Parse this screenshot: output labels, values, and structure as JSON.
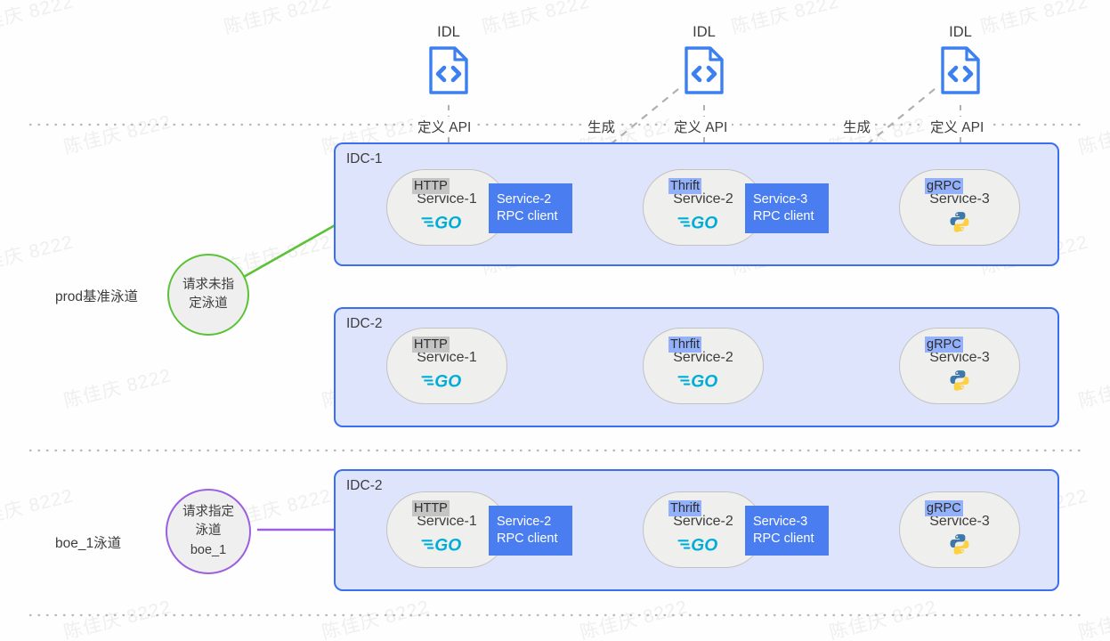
{
  "diagram": {
    "title": "Service mesh swimlane routing diagram",
    "colors": {
      "idc_fill": "#dde4fb",
      "idc_border": "#3b6ff0",
      "rpc_client": "#4a7ef0",
      "baseline_arrow": "#5bc236",
      "lane_arrow": "#9b5fe0",
      "service_fill": "#efefee",
      "service_border": "#c2c2c2",
      "badge_gray": "#c4c4c4",
      "badge_blue": "#93b0fa",
      "idl_icon": "#3b7ff0",
      "dotted_separator": "#b9b9c4"
    },
    "idl_nodes": [
      {
        "label": "IDL",
        "icon": "idl-document-code-icon"
      },
      {
        "label": "IDL",
        "icon": "idl-document-code-icon"
      },
      {
        "label": "IDL",
        "icon": "idl-document-code-icon"
      }
    ],
    "edge_captions": [
      {
        "text": "定义 API"
      },
      {
        "text": "生成"
      },
      {
        "text": "定义 API"
      },
      {
        "text": "生成"
      },
      {
        "text": "定义 API"
      }
    ],
    "lanes": [
      {
        "lane_label": "prod基准泳道",
        "entry": {
          "lines": [
            "请求未指",
            "定泳道"
          ],
          "color": "green"
        },
        "idcs": [
          {
            "title": "IDC-1",
            "has_rpc_clients": true,
            "services": [
              {
                "protocol": "HTTP",
                "protocol_style": "gray",
                "name": "Service-1",
                "lang": "go"
              },
              {
                "protocol": "Thrift",
                "protocol_style": "blue",
                "name": "Service-2",
                "lang": "go"
              },
              {
                "protocol": "gRPC",
                "protocol_style": "blue",
                "name": "Service-3",
                "lang": "python"
              }
            ],
            "rpc_clients": [
              {
                "lines": [
                  "Service-2",
                  "RPC client"
                ]
              },
              {
                "lines": [
                  "Service-3",
                  "RPC client"
                ]
              }
            ]
          },
          {
            "title": "IDC-2",
            "has_rpc_clients": false,
            "services": [
              {
                "protocol": "HTTP",
                "protocol_style": "gray",
                "name": "Service-1",
                "lang": "go"
              },
              {
                "protocol": "Thrfit",
                "protocol_style": "blue",
                "name": "Service-2",
                "lang": "go"
              },
              {
                "protocol": "gRPC",
                "protocol_style": "blue",
                "name": "Service-3",
                "lang": "python"
              }
            ],
            "rpc_clients": []
          }
        ]
      },
      {
        "lane_label": "boe_1泳道",
        "entry": {
          "lines": [
            "请求指定",
            "泳道",
            "boe_1"
          ],
          "color": "purple"
        },
        "idcs": [
          {
            "title": "IDC-2",
            "has_rpc_clients": true,
            "services": [
              {
                "protocol": "HTTP",
                "protocol_style": "gray",
                "name": "Service-1",
                "lang": "go"
              },
              {
                "protocol": "Thrift",
                "protocol_style": "blue",
                "name": "Service-2",
                "lang": "go"
              },
              {
                "protocol": "gRPC",
                "protocol_style": "blue",
                "name": "Service-3",
                "lang": "python"
              }
            ],
            "rpc_clients": [
              {
                "lines": [
                  "Service-2",
                  "RPC client"
                ]
              },
              {
                "lines": [
                  "Service-3",
                  "RPC client"
                ]
              }
            ]
          }
        ]
      }
    ],
    "watermark": {
      "text": "陈佳庆 8222"
    }
  }
}
